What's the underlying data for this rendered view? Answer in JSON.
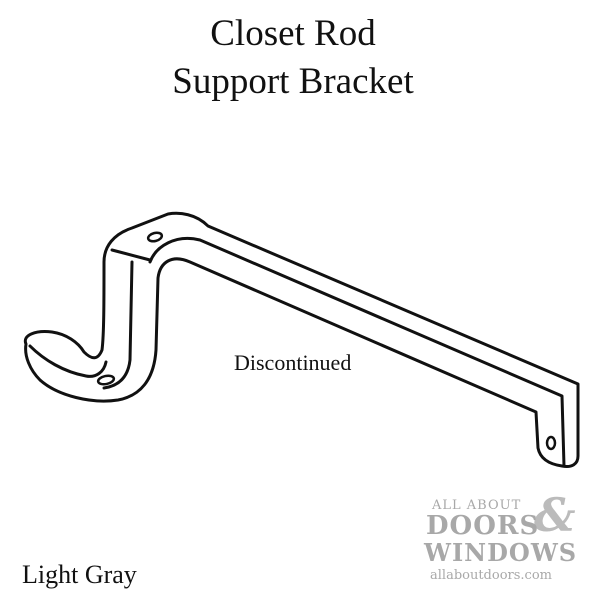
{
  "title": {
    "line1": "Closet Rod",
    "line2": "Support Bracket"
  },
  "note": "Discontinued",
  "color_label": "Light Gray",
  "watermark": {
    "line1": "ALL ABOUT",
    "amp": "&",
    "doors": "DOORS",
    "windows": "WINDOWS",
    "url": "allaboutdoors.com"
  },
  "colors": {
    "text": "#111111",
    "line_art": "#111111",
    "watermark": "#9a9a9a"
  }
}
